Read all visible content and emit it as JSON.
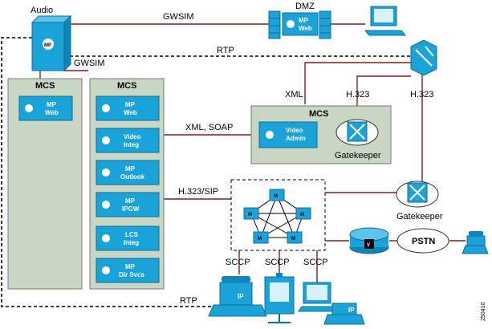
{
  "nodes": {
    "audio": "Audio",
    "dmz": "DMZ",
    "dmz_web_line1": "MP",
    "dmz_web_line2": "Web",
    "mcs_left": "MCS",
    "mcs_mid": "MCS",
    "mcs_right": "MCS",
    "left_web": [
      "MP",
      "Web"
    ],
    "mid_modules": [
      [
        "MP",
        "Web"
      ],
      [
        "Video",
        "Integ"
      ],
      [
        "MP",
        "Outlook"
      ],
      [
        "MP",
        "IPGW"
      ],
      [
        "LCS",
        "Integ"
      ],
      [
        "MP",
        "Dir Svcs"
      ]
    ],
    "video_admin": [
      "Video",
      "Admin"
    ],
    "gatekeeper_top": "Gatekeeper",
    "gatekeeper_right": "Gatekeeper",
    "pstn": "PSTN",
    "ip_phone": "IP",
    "mp_badge": "MP",
    "mcu_badge": "M"
  },
  "links": {
    "gwsim_top": "GWSIM",
    "gwsim_mid": "GWSIM",
    "rtp_top": "RTP",
    "rtp_bottom": "RTP",
    "xml": "XML",
    "xml_soap": "XML, SOAP",
    "h323_top": "H.323",
    "h323_right": "H.323",
    "h323_sip": "H.323/SIP",
    "sccp_1": "SCCP",
    "sccp_2": "SCCP",
    "sccp_3": "SCCP"
  },
  "figure_id": "250410",
  "colors": {
    "link": "#8b1a1a",
    "module": "#1aa3d9",
    "panel": "#c9d6c4",
    "panel_border": "#6f7f6a"
  }
}
